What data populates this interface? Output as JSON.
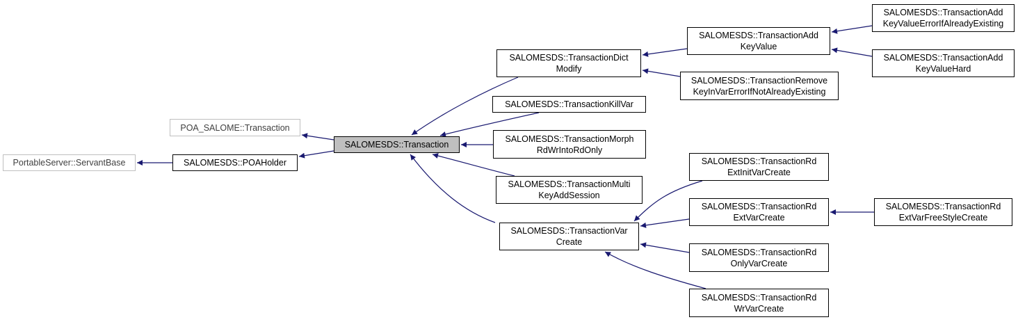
{
  "diagram": {
    "edge_color": "#191970",
    "current_fill": "#bfbfbf",
    "external_border": "#bfbfbf",
    "nodes": {
      "portable_server": {
        "label": "PortableServer::ServantBase"
      },
      "poa_salome_transaction": {
        "label": "POA_SALOME::Transaction"
      },
      "poa_holder": {
        "label": "SALOMESDS::POAHolder"
      },
      "transaction": {
        "label": "SALOMESDS::Transaction"
      },
      "dict_modify": {
        "label": "SALOMESDS::TransactionDict\nModify"
      },
      "kill_var": {
        "label": "SALOMESDS::TransactionKillVar"
      },
      "morph": {
        "label": "SALOMESDS::TransactionMorph\nRdWrIntoRdOnly"
      },
      "multi_key": {
        "label": "SALOMESDS::TransactionMulti\nKeyAddSession"
      },
      "var_create": {
        "label": "SALOMESDS::TransactionVar\nCreate"
      },
      "add_key_value": {
        "label": "SALOMESDS::TransactionAdd\nKeyValue"
      },
      "remove_key": {
        "label": "SALOMESDS::TransactionRemove\nKeyInVarErrorIfNotAlreadyExisting"
      },
      "add_error_exist": {
        "label": "SALOMESDS::TransactionAdd\nKeyValueErrorIfAlreadyExisting"
      },
      "add_hard": {
        "label": "SALOMESDS::TransactionAdd\nKeyValueHard"
      },
      "rd_ext_init": {
        "label": "SALOMESDS::TransactionRd\nExtInitVarCreate"
      },
      "rd_ext": {
        "label": "SALOMESDS::TransactionRd\nExtVarCreate"
      },
      "rd_only": {
        "label": "SALOMESDS::TransactionRd\nOnlyVarCreate"
      },
      "rd_wr": {
        "label": "SALOMESDS::TransactionRd\nWrVarCreate"
      },
      "rd_ext_free": {
        "label": "SALOMESDS::TransactionRd\nExtVarFreeStyleCreate"
      }
    }
  }
}
